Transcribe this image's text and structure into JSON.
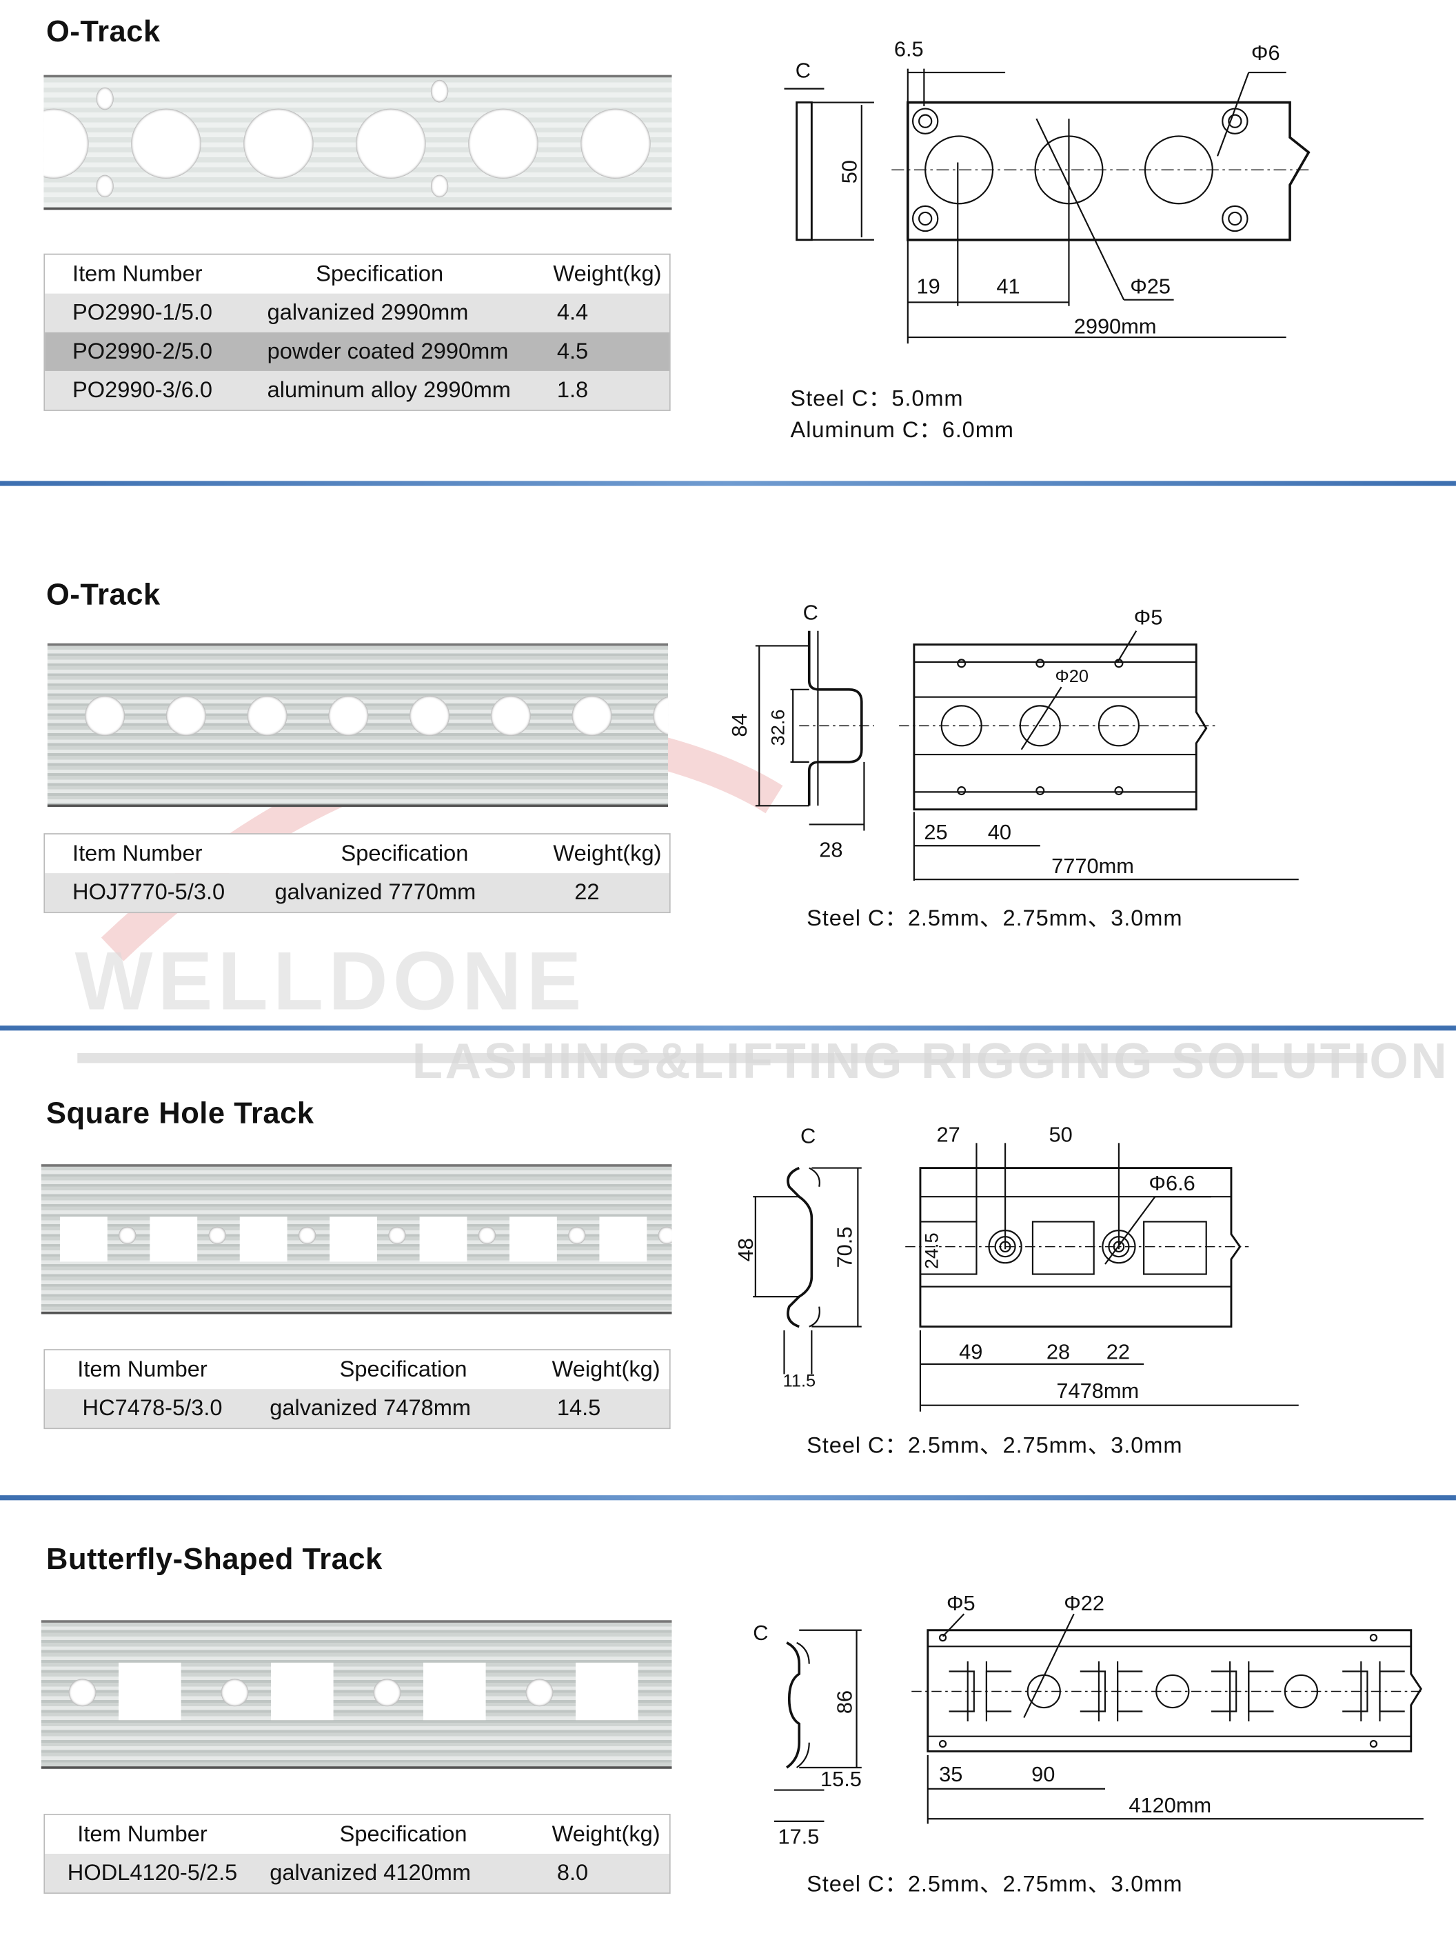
{
  "watermark": {
    "brand": "WELLDONE",
    "tagline": "LASHING&LIFTING RIGGING SOLUTION"
  },
  "colors": {
    "divider": "#3d6fb0",
    "watermark": "#d8d8d8",
    "row_dark": "#b8b8b8",
    "row_light": "#e3e3e3"
  },
  "headers": [
    "Item Number",
    "Specification",
    "Weight(kg)"
  ],
  "sections": [
    {
      "title": "O-Track",
      "rows": [
        [
          "PO2990-1/5.0",
          "galvanized  2990mm",
          "4.4"
        ],
        [
          "PO2990-2/5.0",
          "powder coated  2990mm",
          "4.5"
        ],
        [
          "PO2990-3/6.0",
          "aluminum alloy  2990mm",
          "1.8"
        ]
      ],
      "dims": {
        "c": "C",
        "d1": "6.5",
        "d2": "Φ6",
        "d3": "50",
        "d4": "19",
        "d5": "41",
        "d6": "Φ25",
        "len": "2990mm"
      },
      "notes": [
        "Steel C：5.0mm",
        "Aluminum C：6.0mm"
      ]
    },
    {
      "title": "O-Track",
      "rows": [
        [
          "HOJ7770-5/3.0",
          "galvanized  7770mm",
          "22"
        ]
      ],
      "dims": {
        "c": "C",
        "d1": "84",
        "d2": "32.6",
        "d3": "28",
        "d4": "Φ5",
        "d5": "Φ20",
        "d6": "25",
        "d7": "40",
        "len": "7770mm"
      },
      "notes": [
        "Steel C：2.5mm、2.75mm、3.0mm"
      ]
    },
    {
      "title": "Square Hole Track",
      "rows": [
        [
          "HC7478-5/3.0",
          "galvanized  7478mm",
          "14.5"
        ]
      ],
      "dims": {
        "c": "C",
        "d1": "48",
        "d2": "70.5",
        "d3": "11.5",
        "d4": "27",
        "d5": "50",
        "d6": "Φ6.6",
        "d7": "24.5",
        "d8": "49",
        "d9": "28",
        "d10": "22",
        "len": "7478mm"
      },
      "notes": [
        "Steel C：2.5mm、2.75mm、3.0mm"
      ]
    },
    {
      "title": "Butterfly-Shaped Track",
      "rows": [
        [
          "HODL4120-5/2.5",
          "galvanized  4120mm",
          "8.0"
        ]
      ],
      "dims": {
        "c": "C",
        "d1": "86",
        "d2": "15.5",
        "d3": "17.5",
        "d4": "Φ5",
        "d5": "Φ22",
        "d6": "35",
        "d7": "90",
        "len": "4120mm"
      },
      "notes": [
        "Steel C：2.5mm、2.75mm、3.0mm"
      ]
    }
  ]
}
